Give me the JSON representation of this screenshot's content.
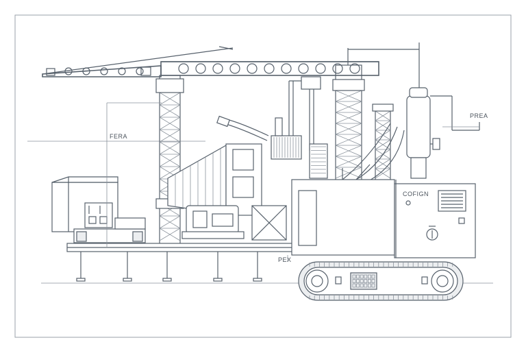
{
  "labels": {
    "left_callout": "FERA",
    "right_callout": "PREA",
    "panel_label": "COFIGN",
    "track_callout": "PEX"
  },
  "colors": {
    "line": "#56606b",
    "background": "#ffffff",
    "frame": "#9aa1a8"
  }
}
